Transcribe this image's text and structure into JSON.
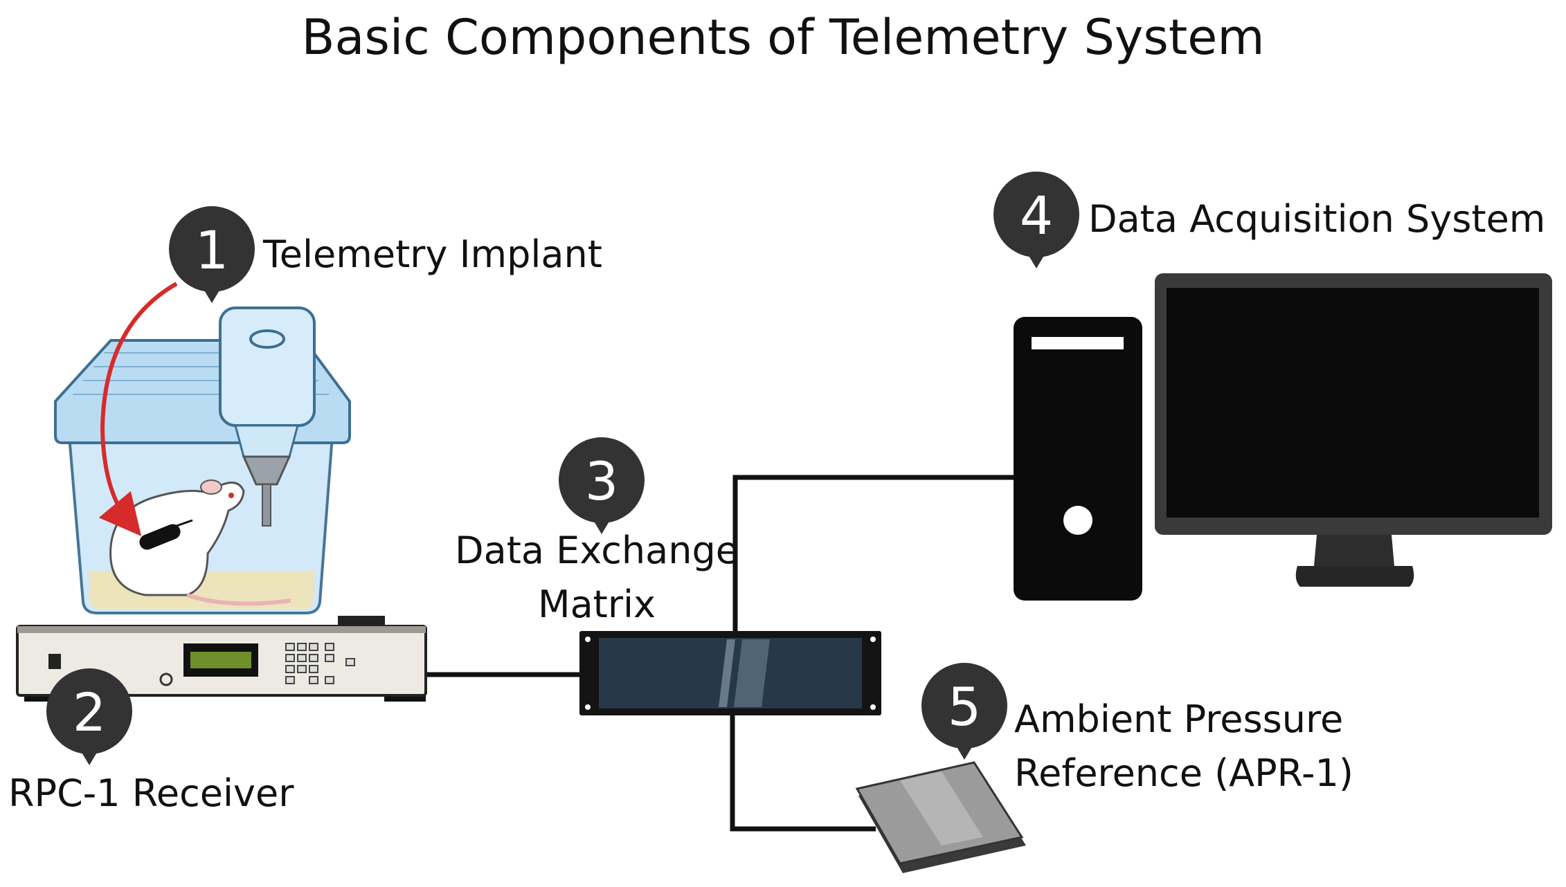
{
  "title": "Basic Components of Telemetry System",
  "components": [
    {
      "number": "1",
      "label": "Telemetry Implant"
    },
    {
      "number": "2",
      "label": "RPC-1 Receiver"
    },
    {
      "number": "3",
      "label_lines": [
        "Data Exchange",
        "Matrix"
      ]
    },
    {
      "number": "4",
      "label": "Data Acquisition System"
    },
    {
      "number": "5",
      "label_lines": [
        "Ambient Pressure",
        "Reference (APR-1)"
      ]
    }
  ],
  "colors": {
    "badge": "#333333",
    "arrow": "#d62b2b",
    "cable": "#111111",
    "cage_blue": "#b9dcf3",
    "screen": "#0b0b0b"
  },
  "icons": [
    "rat-cage-icon",
    "rat-icon",
    "receiver-icon",
    "matrix-rack-icon",
    "computer-tower-icon",
    "monitor-icon",
    "pressure-reference-icon"
  ]
}
